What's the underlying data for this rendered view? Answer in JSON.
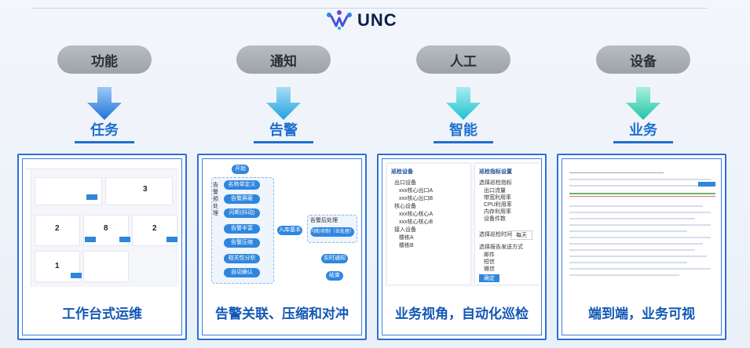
{
  "brand": {
    "name": "UNC"
  },
  "columns": [
    {
      "pill": "功能",
      "label": "任务",
      "caption": "工作台式运维"
    },
    {
      "pill": "通知",
      "label": "告警",
      "caption": "告警关联、压缩和对冲"
    },
    {
      "pill": "人工",
      "label": "智能",
      "caption": "业务视角，自动化巡检"
    },
    {
      "pill": "设备",
      "label": "业务",
      "caption": "端到端，业务可视"
    }
  ],
  "card1": {
    "numbers": [
      "3",
      "2",
      "8",
      "2",
      "1"
    ]
  },
  "card2": {
    "start": "开始",
    "group_title": "告警预处理",
    "nodes": [
      "名称单定义",
      "告警屏蔽",
      "闪断(抖动)",
      "告警丰富",
      "告警压缩",
      "相关性分析",
      "自动确认"
    ],
    "mid": "入库基本",
    "right_title": "告警后处理",
    "right_node": "闪断/抑制（去处理）",
    "notify": "实时通知",
    "end": "结束"
  },
  "card3": {
    "left_title": "巡检设备",
    "left_items": [
      "出口设备",
      "xxx核心出口A",
      "xxx核心出口B",
      "核心设备",
      "xxx核心核心A",
      "xxx核心核心B",
      "接入设备",
      "楼栋A",
      "楼栋B"
    ],
    "right_title": "巡检指标设置",
    "right_sub": "选择巡检指标",
    "metrics": [
      "出口流量",
      "带宽利用率",
      "CPU利用率",
      "内存利用率",
      "设备件数"
    ],
    "time_label": "选择巡检时间",
    "time_value": "每天",
    "notify_label": "选择报告发送方式",
    "notify_items": [
      "邮件",
      "短信",
      "微信"
    ],
    "confirm": "确定"
  },
  "colors": {
    "accent": "#1f6fd1",
    "card_border": "#2c6fd6",
    "pill": "#a9aeb5"
  }
}
